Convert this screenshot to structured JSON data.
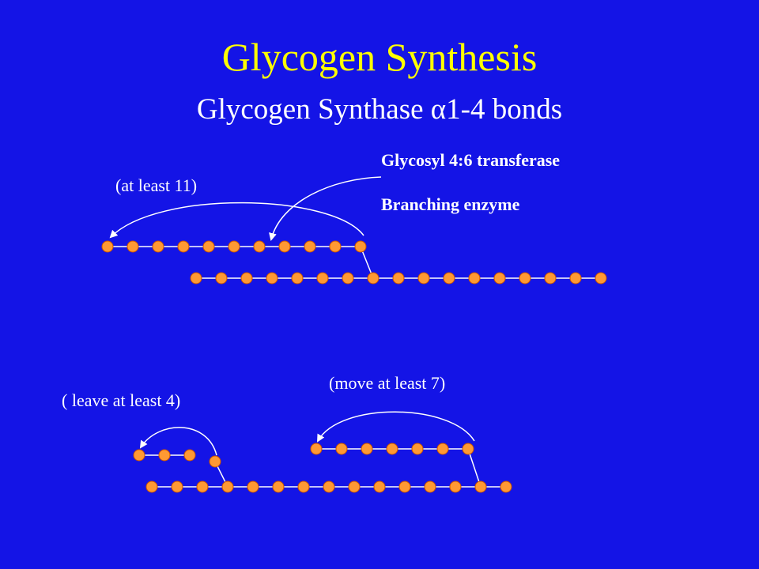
{
  "slide": {
    "title": "Glycogen Synthesis",
    "subtitle": "Glycogen Synthase α1-4 bonds"
  },
  "labels": {
    "enzyme_name": "Glycosyl 4:6 transferase",
    "enzyme_alias": "Branching enzyme",
    "at_least_11": "(at least 11)",
    "leave_at_least_4": "( leave at least 4)",
    "move_at_least_7": "(move at least 7)"
  },
  "colors": {
    "background": "#1414e6",
    "title": "#ffff00",
    "text": "#ffffff",
    "glucose_fill": "#ff9933",
    "glucose_stroke": "#cc5500",
    "bond": "#ffffff"
  },
  "diagram": {
    "top_branch_units": 11,
    "top_main_chain_units": 17,
    "bottom_left_stub_units": 4,
    "bottom_moved_segment_units": 7,
    "bottom_main_chain_units": 15
  }
}
